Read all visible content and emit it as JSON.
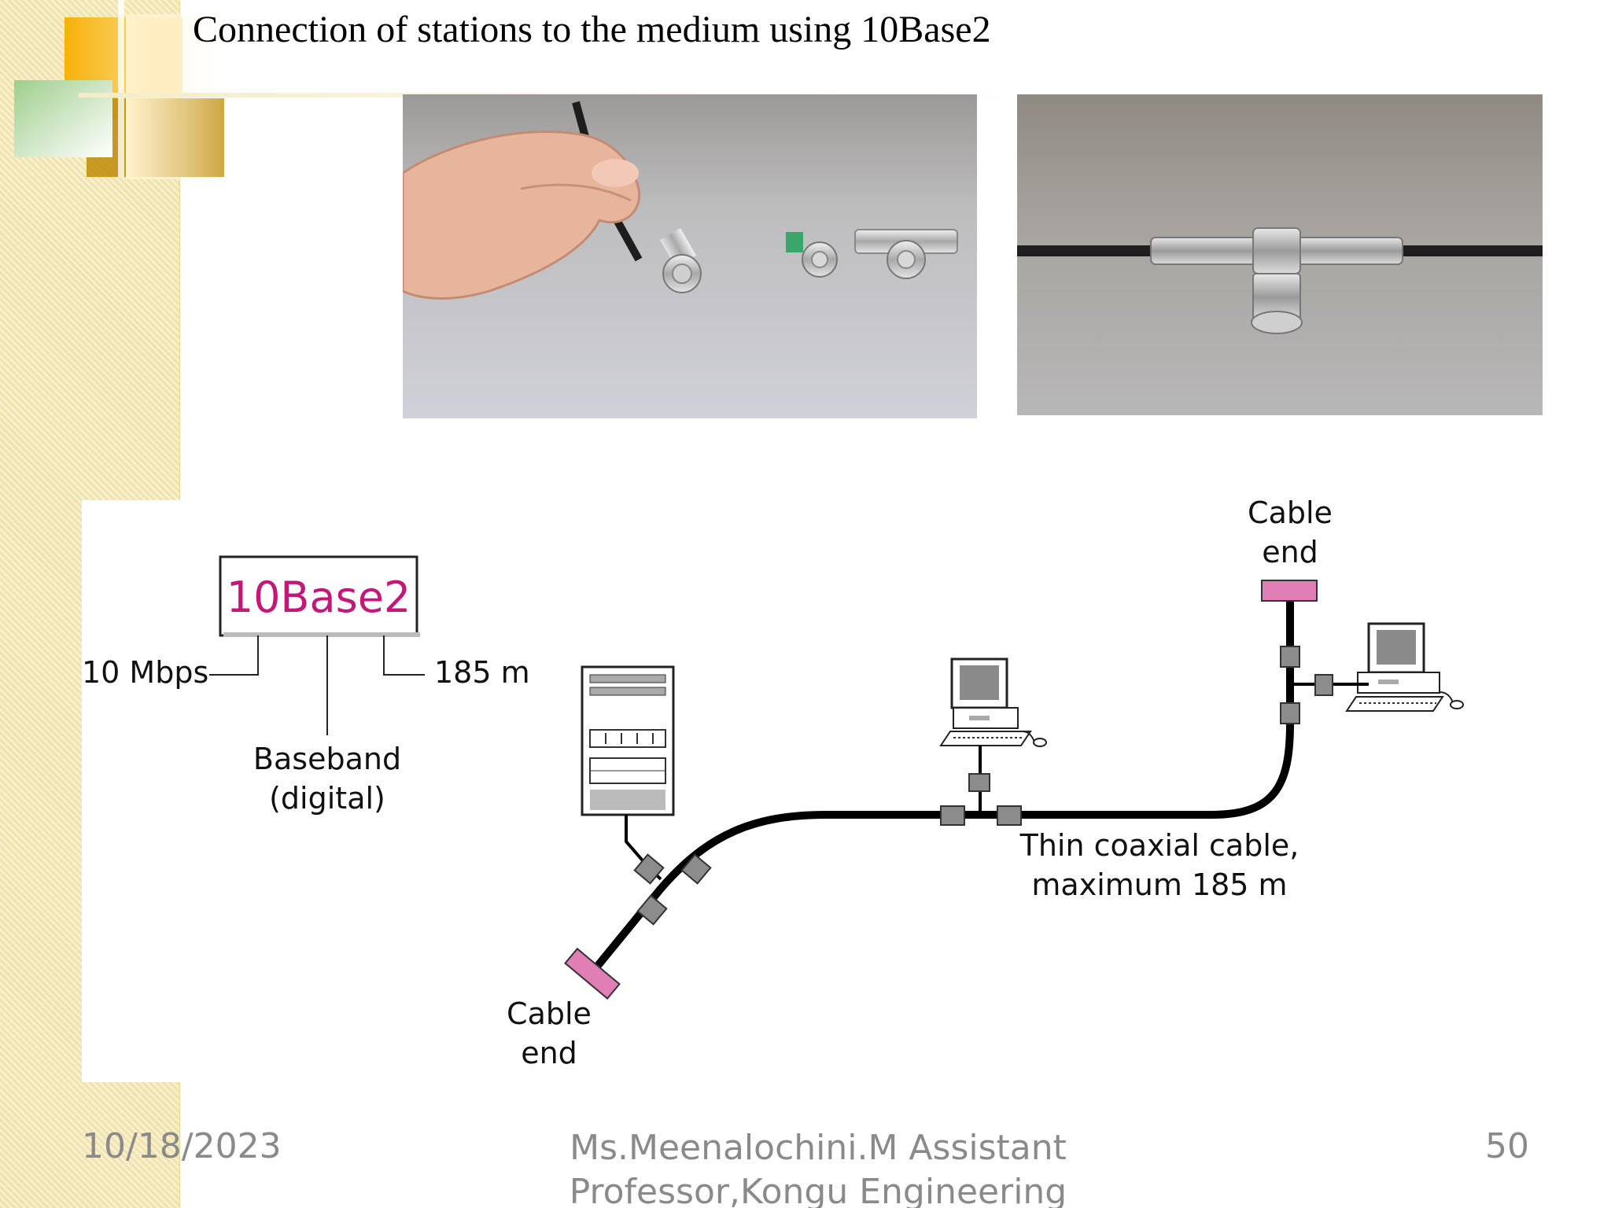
{
  "slide": {
    "title": "Connection of stations to the medium using 10Base2"
  },
  "photos": {
    "left": "bnc-connectors-in-hand-photo",
    "right": "coaxial-cable-t-connector-photo"
  },
  "diagram": {
    "standard_label": "10Base2",
    "rate_label": "10 Mbps",
    "length_label": "185 m",
    "signal_line1": "Baseband",
    "signal_line2": "(digital)",
    "cable_end_bottom_line1": "Cable",
    "cable_end_bottom_line2": "end",
    "cable_end_top_line1": "Cable",
    "cable_end_top_line2": "end",
    "cable_caption_line1": "Thin coaxial cable,",
    "cable_caption_line2": "maximum 185 m",
    "colors": {
      "accent": "#c2187a",
      "terminator": "#e07fb5",
      "connector": "#8c8c8c"
    }
  },
  "footer": {
    "date": "10/18/2023",
    "presenter": "Ms.Meenalochini.M Assistant Professor,Kongu Engineering",
    "page": "50"
  }
}
